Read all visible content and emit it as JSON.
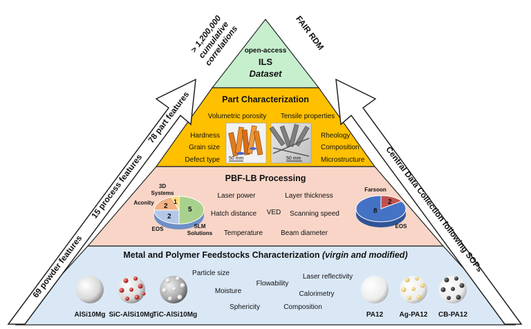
{
  "apex": {
    "line1": "open-access",
    "line2": "ILS",
    "line3": "Dataset"
  },
  "left_arrow": {
    "top_lines": [
      "> 1,200,000",
      "cumulative",
      "correlations"
    ],
    "part_features": "78 part features",
    "process_features": "15 process features",
    "powder_features": "69 powder features"
  },
  "right_arrow": {
    "top": "FAIR RDM",
    "main": "Central Data Collection following SOPs"
  },
  "part_char": {
    "title": "Part Characterization",
    "left_items": [
      "Hardness",
      "Grain size",
      "Defect type"
    ],
    "top_items": [
      "Volumetric porosity",
      "Tensile properties"
    ],
    "right_items": [
      "Rheology",
      "Composition",
      "Microstructure"
    ],
    "scale1": "50 mm",
    "scale2": "50 mm"
  },
  "pbf": {
    "title": "PBF-LB Processing",
    "params": [
      "Laser power",
      "Layer thickness",
      "Hatch distance",
      "VED",
      "Scanning speed",
      "Temperature",
      "Beam diameter"
    ],
    "pie_left": {
      "labels": [
        "3D Systems",
        "Aconity",
        "EOS",
        "SLM Solutions"
      ],
      "values": [
        "1",
        "2",
        "2",
        "5"
      ]
    },
    "pie_right": {
      "labels": [
        "Farsoon",
        "EOS"
      ],
      "values": [
        "2",
        "8"
      ]
    }
  },
  "feedstock": {
    "title": "Metal and Polymer Feedstocks Characterization",
    "title_italic": "(virgin and modified)",
    "props": [
      "Particle size",
      "Laser reflectivity",
      "Flowability",
      "Moisture",
      "Calorimetry",
      "Sphericity",
      "Composition"
    ],
    "materials": [
      "AlSi10Mg",
      "SiC-AlSi10Mg",
      "TiC-AlSi10Mg",
      "PA12",
      "Ag-PA12",
      "CB-PA12"
    ]
  },
  "colors": {
    "apex": "#c6efce",
    "part": "#ffc000",
    "pbf": "#f8d5c7",
    "feed": "#dae8f6",
    "pie_blue": "#4472c4",
    "pie_green": "#a9d18e",
    "pie_orange": "#f4b183",
    "pie_yellow": "#ffd966",
    "pie_lightblue": "#b4c7e7",
    "pie_red": "#c0504d"
  }
}
